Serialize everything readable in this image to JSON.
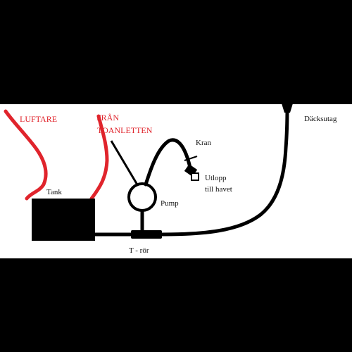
{
  "colors": {
    "background": "#000000",
    "panel": "#ffffff",
    "hose_red": "#e0242c",
    "pipe_black": "#000000"
  },
  "labels": {
    "luftare": "LUFTARE",
    "fran_line1": "FRÅN",
    "fran_line2": "TOANLETTEN",
    "tank": "Tank",
    "pump": "Pump",
    "kran": "Kran",
    "utlopp_line1": "Utlopp",
    "utlopp_line2": "till havet",
    "t_ror": "T - rör",
    "dackstag": "Däcksutag"
  }
}
